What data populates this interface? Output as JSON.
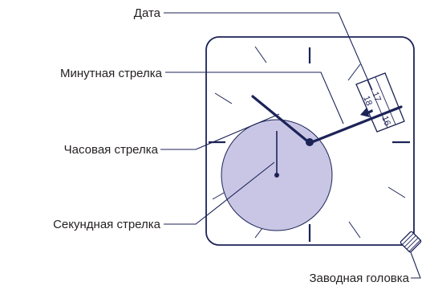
{
  "labels": {
    "date": "Дата",
    "minute_hand": "Минутная стрелка",
    "hour_hand": "Часовая стрелка",
    "second_hand": "Секундная стрелка",
    "crown": "Заводная головка"
  },
  "date_window": {
    "numbers": [
      "18",
      "17",
      "16"
    ]
  },
  "colors": {
    "outline": "#1c2357",
    "subdial_fill": "#c8c6e4",
    "text": "#231f20"
  }
}
